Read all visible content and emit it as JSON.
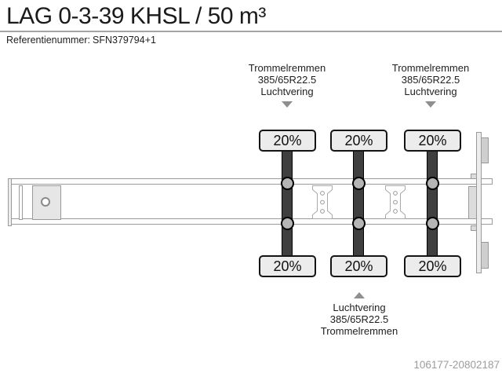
{
  "header": {
    "title": "LAG 0-3-39 KHSL / 50 m³",
    "reference_label": "Referentienummer:",
    "reference_value": "SFN379794+1"
  },
  "spec_blocks": {
    "top_left": {
      "line1": "Trommelremmen",
      "line2": "385/65R22.5",
      "line3": "Luchtvering"
    },
    "top_right": {
      "line1": "Trommelremmen",
      "line2": "385/65R22.5",
      "line3": "Luchtvering"
    },
    "bottom": {
      "line1": "Luchtvering",
      "line2": "385/65R22.5",
      "line3": "Trommelremmen"
    }
  },
  "diagram": {
    "type": "trailer-axle-load-schematic",
    "axle_count": 3,
    "axles": [
      {
        "name": "axle-1",
        "load_top": "20%",
        "load_bottom": "20%"
      },
      {
        "name": "axle-2",
        "load_top": "20%",
        "load_bottom": "20%"
      },
      {
        "name": "axle-3",
        "load_top": "20%",
        "load_bottom": "20%"
      }
    ]
  },
  "footer": {
    "listing_id": "106177-20802187"
  },
  "colors": {
    "background": "#ffffff",
    "axle_bar": "#3f3f3f",
    "load_box_fill": "#ececec",
    "load_box_border": "#141414",
    "wheel_fill": "#b5b5b5",
    "chassis_outline": "#999999",
    "arrow_gray": "#8f8f8f",
    "footer_text": "#9c9c9c"
  }
}
